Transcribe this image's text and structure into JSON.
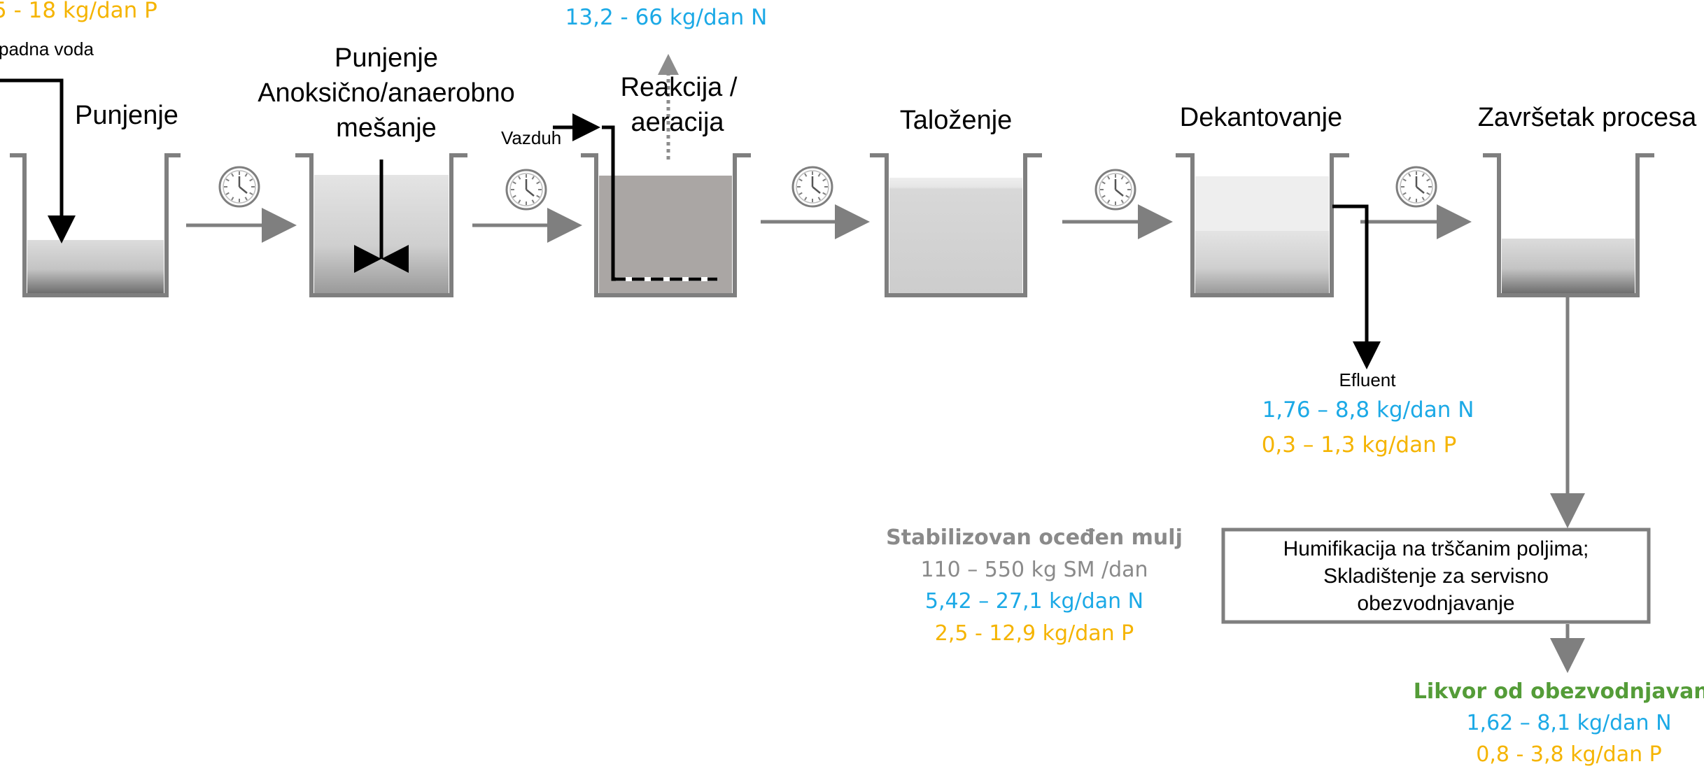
{
  "inflow": {
    "p_load": "5 - 18 kg/dan P",
    "water_label": "padna voda"
  },
  "aeration_emission": {
    "n_load": "13,2 - 66 kg/dan N"
  },
  "air_label": "Vazduh",
  "stages": [
    {
      "title_line1": "Punjenje",
      "title_line2": "",
      "title_line3": ""
    },
    {
      "title_line1": "Punjenje",
      "title_line2": "Anoksično/anaerobno",
      "title_line3": "mešanje"
    },
    {
      "title_line1": "Reakcija /",
      "title_line2": "aeracija",
      "title_line3": ""
    },
    {
      "title_line1": "Taloženje",
      "title_line2": "",
      "title_line3": ""
    },
    {
      "title_line1": "Dekantovanje",
      "title_line2": "",
      "title_line3": ""
    },
    {
      "title_line1": "Završetak procesa",
      "title_line2": "",
      "title_line3": ""
    }
  ],
  "effluent": {
    "label": "Efluent",
    "n_load": "1,76 – 8,8 kg/dan N",
    "p_load": "0,3 – 1,3 kg/dan P"
  },
  "sludge": {
    "title": "Stabilizovan oceđen mulj",
    "solids": "110 – 550 kg SM /dan",
    "n_load": "5,42 – 27,1 kg/dan N",
    "p_load": "2,5 - 12,9 kg/dan P"
  },
  "treatment_box": {
    "line1": "Humifikacija na trščanim poljima;",
    "line2": "Skladištenje za servisno",
    "line3": "obezvodnjavanje"
  },
  "liquor": {
    "title": "Likvor od obezvodnjavanja",
    "n_load": "1,62 – 8,1 kg/dan N",
    "p_load": "0,8 - 3,8 kg/dan P"
  },
  "colors": {
    "nitrogen": "#1ba9e6",
    "phosphorus": "#f5b400",
    "sludge_gray": "#8a8a8a",
    "liquor_green": "#549c38",
    "tank_outline": "#7f7f7f",
    "arrow_gray": "#7f7f7f"
  },
  "icons": [
    "clock-icon",
    "mixer-icon",
    "air-diffuser-icon"
  ]
}
